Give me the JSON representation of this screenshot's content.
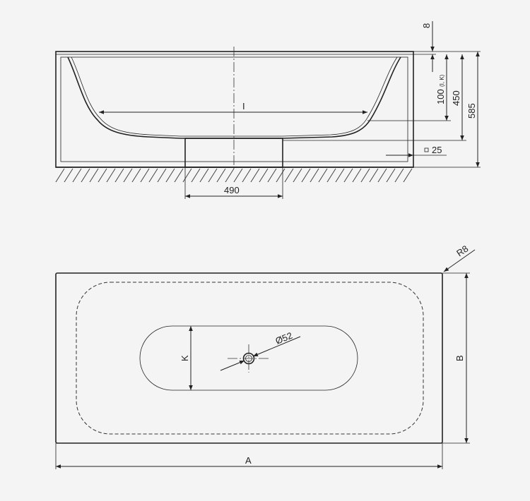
{
  "side_view": {
    "dim_rim_thickness": "8",
    "dim_depth": "100",
    "dim_depth_note": "(I, K)",
    "dim_height_450": "450",
    "dim_height_585": "585",
    "dim_25": "25",
    "dim_inner_length": "I",
    "dim_base_width": "490"
  },
  "top_view": {
    "dim_corner_radius": "R8",
    "dim_drain": "Ø52",
    "dim_inner_width": "K",
    "dim_length": "A",
    "dim_width": "B"
  },
  "colors": {
    "background": "#f4f4f4",
    "line": "#222222"
  }
}
